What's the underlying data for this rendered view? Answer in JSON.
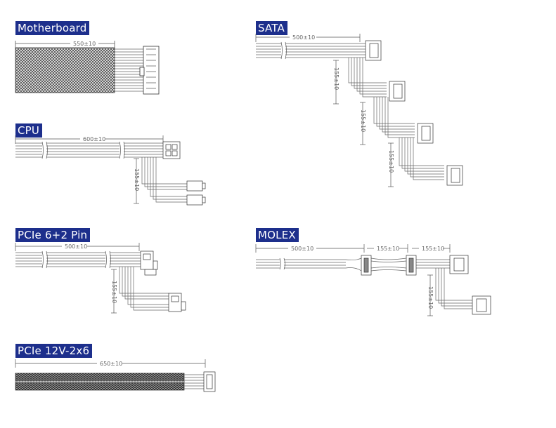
{
  "labels": {
    "motherboard": "Motherboard",
    "sata": "SATA",
    "cpu": "CPU",
    "pcie62": "PCIe 6+2 Pin",
    "molex": "MOLEX",
    "pcie12v": "PCIe 12V-2x6"
  },
  "dims": {
    "mb_len": "550±10",
    "sata_len": "500±10",
    "sata_b1": "155±10",
    "sata_b2": "155±10",
    "sata_b3": "155±10",
    "cpu_len": "600±10",
    "cpu_b1": "155±10",
    "pcie_len": "500±10",
    "pcie_b1": "155±10",
    "molex_len": "500±10",
    "molex_b1": "155±10",
    "molex_b2": "155±10",
    "molex_b3": "155±10",
    "pcie12_len": "650±10"
  },
  "colors": {
    "label_bg": "#1d2f8c",
    "line": "#555555",
    "sleeve": "#3a3a3a"
  }
}
